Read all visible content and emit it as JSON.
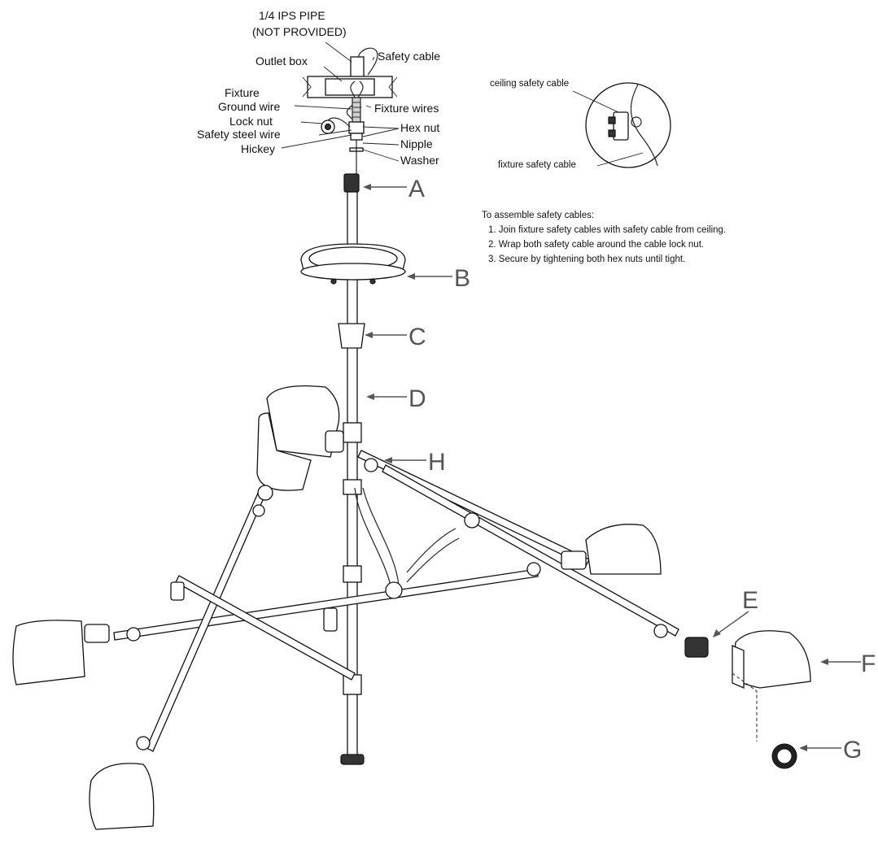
{
  "labels": {
    "pipe_line1": "1/4 IPS PIPE",
    "pipe_line2": "(NOT PROVIDED)",
    "safety_cable": "Safety cable",
    "outlet_box": "Outlet box",
    "fixture": "Fixture",
    "ground_wire": "Ground wire",
    "fixture_wires": "Fixture wires",
    "lock_nut": "Lock nut",
    "hex_nut": "Hex nut",
    "safety_steel_wire": "Safety steel wire",
    "nipple": "Nipple",
    "hickey": "Hickey",
    "washer": "Washer"
  },
  "detail": {
    "ceiling_safety_cable": "ceiling safety cable",
    "fixture_safety_cable": "fixture safety cable"
  },
  "instructions": {
    "heading": "To assemble safety cables:",
    "steps": [
      "1. Join fixture safety cables with safety cable from ceiling.",
      "2. Wrap both safety cable around the cable lock nut.",
      "3. Secure by tightening both hex nuts until tight."
    ]
  },
  "parts": {
    "A": "A",
    "B": "B",
    "C": "C",
    "D": "D",
    "E": "E",
    "F": "F",
    "G": "G",
    "H": "H"
  }
}
